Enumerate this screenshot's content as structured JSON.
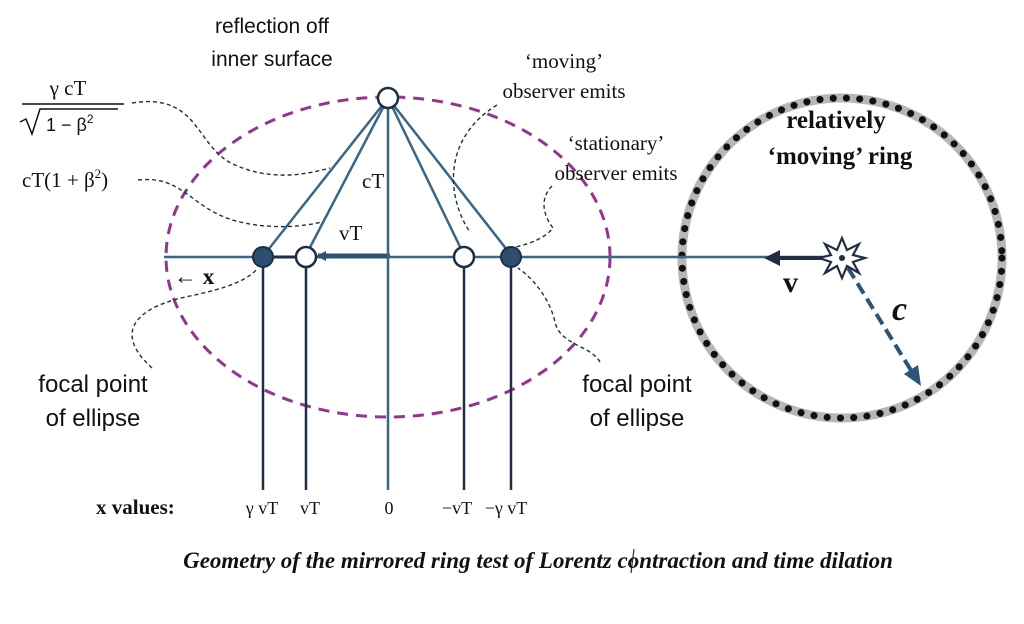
{
  "labels": {
    "reflection_line1": "reflection off",
    "reflection_line2": "inner surface",
    "moving_emits_line1": "‘moving’",
    "moving_emits_line2": "observer emits",
    "stationary_emits_line1": "‘stationary’",
    "stationary_emits_line2": "observer emits",
    "gamma_ct_numerator": "γ cT",
    "gamma_ct_denominator": "1 − β",
    "gamma_ct_denominator_exp": "2",
    "ct_one_plus_beta": "cT(1 + β",
    "ct_one_plus_beta_exp": "2",
    "ct_one_plus_beta_close": ")",
    "ct": "cT",
    "vt": "vT",
    "x_arrow": "← x",
    "focal_left_line1": "focal point",
    "focal_left_line2": "of ellipse",
    "focal_right_line1": "focal point",
    "focal_right_line2": "of ellipse",
    "ring_title_line1": "relatively",
    "ring_title_line2": "‘moving’ ring",
    "v_label": "v",
    "c_label": "c"
  },
  "x_values": {
    "heading": "x values:",
    "gamma_vt": "γ vT",
    "vt": "vT",
    "zero": "0",
    "neg_vt": "−vT",
    "neg_gamma_vt": "−γ vT"
  },
  "caption": "Geometry of the mirrored ring test of Lorentz contraction and time dilation",
  "colors": {
    "line_blue": "#3a6688",
    "ellipse_purple": "#93358f",
    "dark_navy": "#1f2e44",
    "dot_black": "#111111",
    "ring_gray": "#b7b7b7",
    "focal_fill": "#2d4e6e"
  }
}
